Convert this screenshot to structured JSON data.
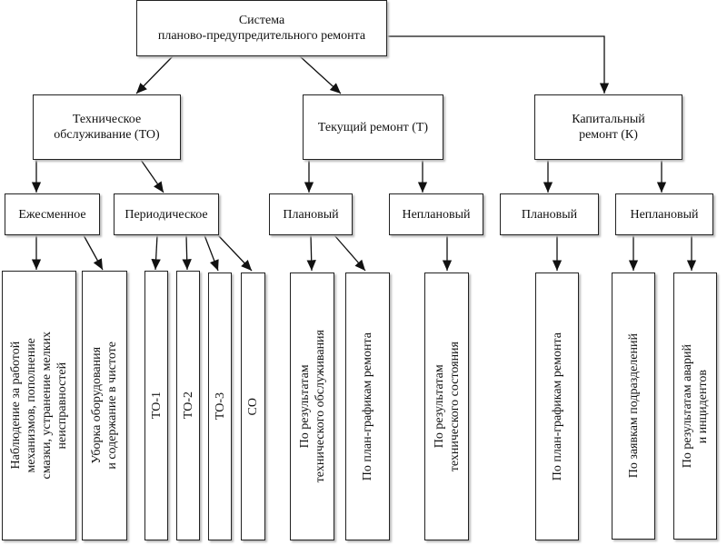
{
  "root": {
    "title": "Система\nпланово-предупредительного ремонта"
  },
  "level1": [
    {
      "label": "Техническое\nобслуживание (ТО)"
    },
    {
      "label": "Текущий ремонт (Т)"
    },
    {
      "label": "Капитальный\nремонт (К)"
    }
  ],
  "level2": [
    {
      "label": "Ежесменное"
    },
    {
      "label": "Периодическое"
    },
    {
      "label": "Плановый"
    },
    {
      "label": "Неплановый"
    },
    {
      "label": "Плановый"
    },
    {
      "label": "Неплановый"
    }
  ],
  "level3": [
    {
      "label": "Наблюдение за работой\nмеханизмов, пополнение\nсмазки, устранение мелких\nнеисправностей"
    },
    {
      "label": "Уборка оборудования\nи содержание в чистоте"
    },
    {
      "label": "ТО-1"
    },
    {
      "label": "ТО-2"
    },
    {
      "label": "ТО-3"
    },
    {
      "label": "СО"
    },
    {
      "label": "По результатам\nтехнического обслуживания"
    },
    {
      "label": "По план-графикам ремонта"
    },
    {
      "label": "По результатам\nтехнического состояния"
    },
    {
      "label": "По план-графикам ремонта"
    },
    {
      "label": "По заявкам подразделений"
    },
    {
      "label": "По результатам аварий\nи инцидентов"
    }
  ]
}
